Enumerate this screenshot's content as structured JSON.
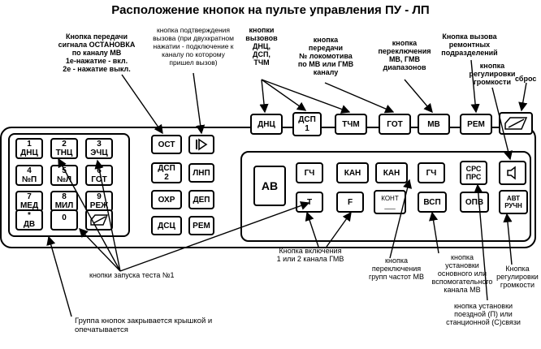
{
  "title": "Расположение кнопок на пульте управления ПУ - ЛП",
  "keypad": [
    {
      "top": "1",
      "bottom": "ДНЦ"
    },
    {
      "top": "2",
      "bottom": "ТНЦ"
    },
    {
      "top": "3",
      "bottom": "ЭЧЦ"
    },
    {
      "top": "4",
      "bottom": "№П"
    },
    {
      "top": "5",
      "bottom": "№Л"
    },
    {
      "top": "6",
      "bottom": "ГОТ"
    },
    {
      "top": "7",
      "bottom": "МЕД"
    },
    {
      "top": "8",
      "bottom": "МИЛ"
    },
    {
      "top": "9",
      "bottom": "РЕЖ"
    },
    {
      "top": "*",
      "bottom": "ДВ"
    },
    {
      "top": "0",
      "bottom": ""
    }
  ],
  "left_column": [
    "ОСТ",
    "ДСП\n2",
    "ОХР",
    "ДСЦ"
  ],
  "second_column": [
    "ЛНП",
    "ДЕП",
    "РЕМ"
  ],
  "top_row": [
    "ДНЦ",
    "ДСП\n1",
    "ТЧМ",
    "ГОТ",
    "МВ",
    "РЕМ"
  ],
  "right_group": {
    "av": "АВ",
    "row1": [
      "ГЧ",
      "КАН",
      "КАН",
      "ГЧ",
      "СРС\nПРС"
    ],
    "row2": [
      "Т",
      "F",
      "КОНТ\n___",
      "ВСП",
      "ОПВ",
      "АВТ\nРУЧН"
    ]
  },
  "labels": {
    "stop": "Кнопка  передачи\nсигнала ОСТАНОВКА\nпо каналу МВ\n1е-нажатие - вкл.\n2е - нажатие выкл.",
    "confirm": "кнопка подтверждения\nвызова (при двухкратном\nнажатии - подключение к\nканалу по которому\nпришел вызов)",
    "call_buttons": "кнопки\nвызовов\nДНЦ,\nДСП,\nТЧМ",
    "loco_number": "кнопка\nпередачи\n№ локомотива\nпо МВ или ГМВ\nканалу",
    "range_switch": "кнопка\nпереключения\nМВ, ГМВ\nдиапазонов",
    "repair_call": "Кнопка вызова\nремонтных\nподразделений",
    "volume_top": "кнопка\nрегулировки\nгромкости",
    "reset": "сброс",
    "channel_switch": "Кнопка включения\n1 или 2 канала ГМВ",
    "freq_groups": "кнопка\nпереключения\nгрупп частот МВ",
    "main_aux": "кнопка\nустановки\nосновного или\nвспомогательного\nканала МВ",
    "volume_right": "Кнопка\nрегулировки\nгромкости",
    "train_station": "кнопка установки\nпоездной (П) или\nстанционной (С)связи",
    "test": "кнопки запуска теста №1",
    "cover": "Группа кнопок закрывается крышкой и\nопечатывается"
  }
}
